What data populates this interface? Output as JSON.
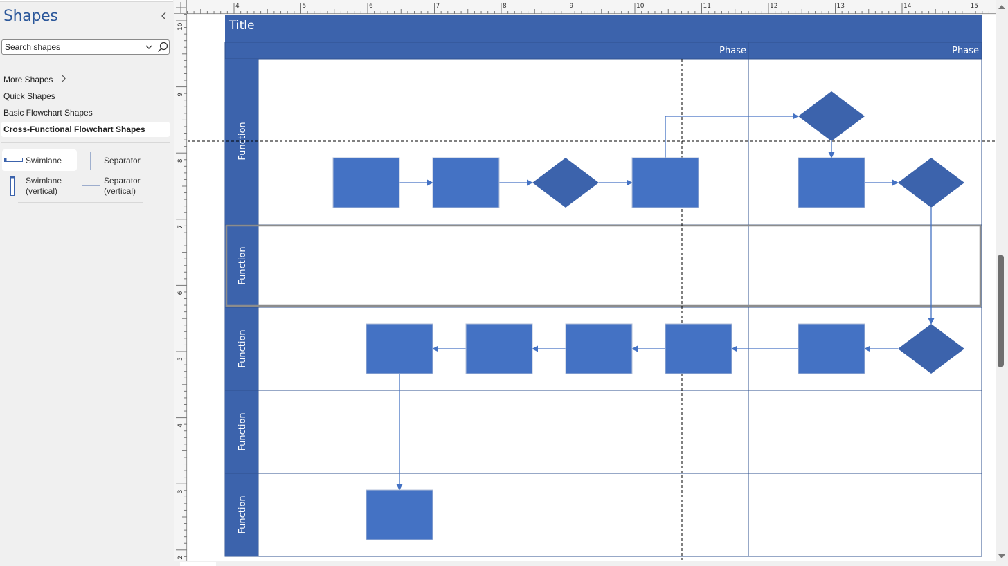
{
  "sidebar": {
    "title": "Shapes",
    "collapse_icon": "chevron-left-icon",
    "search": {
      "placeholder": "Search shapes",
      "value": ""
    },
    "nav": [
      {
        "label": "More Shapes",
        "has_submenu": true,
        "active": false
      },
      {
        "label": "Quick Shapes",
        "active": false
      },
      {
        "label": "Basic Flowchart Shapes",
        "active": false
      },
      {
        "label": "Cross-Functional Flowchart Shapes",
        "active": true
      }
    ],
    "stencils": [
      {
        "label": "Swimlane",
        "icon": "swimlane-icon"
      },
      {
        "label": "Separator",
        "icon": "separator-icon"
      },
      {
        "label_line1": "Swimlane",
        "label_line2": "(vertical)",
        "icon": "swimlane-vertical-icon"
      },
      {
        "label_line1": "Separator",
        "label_line2": "(vertical)",
        "icon": "separator-vertical-icon"
      }
    ]
  },
  "rulers": {
    "horizontal_labels": [
      "4",
      "5",
      "6",
      "7",
      "8",
      "9",
      "10",
      "11",
      "12",
      "13",
      "14",
      "15"
    ],
    "vertical_labels": [
      "10",
      "9",
      "8",
      "7",
      "6",
      "5",
      "4",
      "3",
      "2"
    ]
  },
  "diagram": {
    "title": "Title",
    "phases": [
      "Phase",
      "Phase"
    ],
    "functions": [
      "Function",
      "Function",
      "Function",
      "Function",
      "Function"
    ],
    "colors": {
      "header": "#3c63ac",
      "header_border": "#2f528f",
      "process": "#4472c4",
      "decision": "#3c63ac",
      "connector": "#4472c4",
      "selection": "#8c8c8c"
    }
  },
  "scrollbar": {
    "thumb_position": "middle"
  }
}
